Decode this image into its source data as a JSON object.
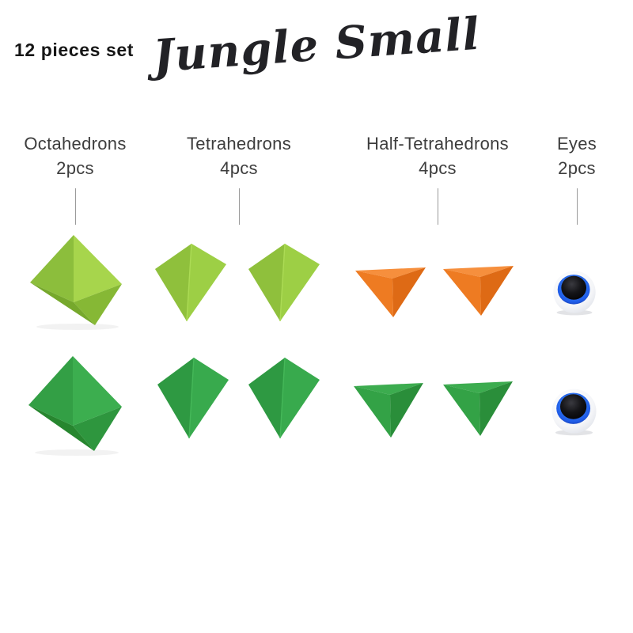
{
  "header": {
    "pieces_label": "12 pieces set",
    "title": "Jungle Small"
  },
  "columns": [
    {
      "id": "octahedrons",
      "name": "Octahedrons",
      "count": "2pcs"
    },
    {
      "id": "tetrahedrons",
      "name": "Tetrahedrons",
      "count": "4pcs"
    },
    {
      "id": "half-tetrahedrons",
      "name": "Half-Tetrahedrons",
      "count": "4pcs"
    },
    {
      "id": "eyes",
      "name": "Eyes",
      "count": "2pcs"
    }
  ],
  "colors": {
    "light_green": "#97C83C",
    "dark_green": "#2F9E41",
    "orange": "#EE7B22",
    "eye_blue": "#1E5BE8",
    "eye_pupil": "#111114",
    "label_text": "#3D3D3D",
    "heading_text": "#161616",
    "pointer_line": "#9A9A9A",
    "background": "#FFFFFF"
  },
  "rows": [
    {
      "octahedron_color": "light_green",
      "tetrahedron_colors": [
        "light_green",
        "light_green"
      ],
      "half_tetrahedron_colors": [
        "orange",
        "orange"
      ],
      "eye_count": 1
    },
    {
      "octahedron_color": "dark_green",
      "tetrahedron_colors": [
        "dark_green",
        "dark_green"
      ],
      "half_tetrahedron_colors": [
        "dark_green",
        "dark_green"
      ],
      "eye_count": 1
    }
  ]
}
